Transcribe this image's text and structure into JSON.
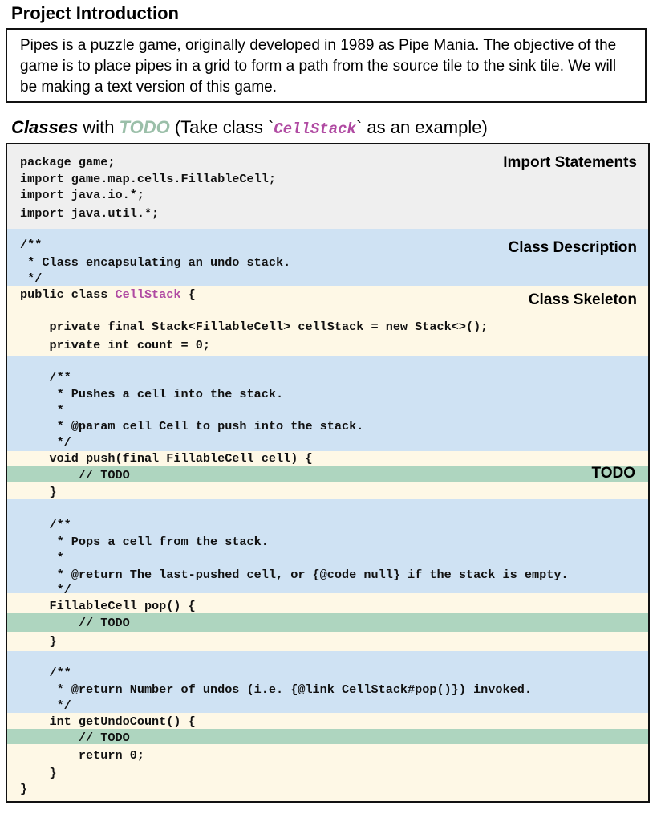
{
  "project": {
    "heading": "Project Introduction",
    "body": "Pipes is a puzzle game, originally developed in 1989 as Pipe Mania. The objective of the game is to place pipes in a grid to form a path from the source tile to the sink tile. We will be making a text version of this game."
  },
  "classes_heading": {
    "classes": "Classes",
    "with": " with ",
    "todo": "TODO",
    "take_prefix": "  (Take class `",
    "class_name": "CellStack",
    "take_suffix": "` as an example)"
  },
  "section_labels": {
    "imports": "Import Statements",
    "description": "Class Description",
    "skeleton": "Class Skeleton",
    "todo": "TODO"
  },
  "code": {
    "l01": "package game;",
    "l02": "import game.map.cells.FillableCell;",
    "l03": "import java.io.*;",
    "l04": "import java.util.*;",
    "l05": "/**",
    "l06": " * Class encapsulating an undo stack.",
    "l07": " */",
    "l08a": "public class ",
    "l08b": "CellStack",
    "l08c": " {",
    "l09": "    private final Stack<FillableCell> cellStack = new Stack<>();",
    "l10": "    private int count = 0;",
    "l11": "    /**",
    "l12": "     * Pushes a cell into the stack.",
    "l13": "     *",
    "l14": "     * @param cell Cell to push into the stack.",
    "l15": "     */",
    "l16": "    void push(final FillableCell cell) {",
    "l17": "        // TODO",
    "l18": "    }",
    "l19": "    /**",
    "l20": "     * Pops a cell from the stack.",
    "l21": "     *",
    "l22": "     * @return The last-pushed cell, or {@code null} if the stack is empty.",
    "l23": "     */",
    "l24": "    FillableCell pop() {",
    "l25": "        // TODO",
    "l26": "    }",
    "l27": "    /**",
    "l28": "     * @return Number of undos (i.e. {@link CellStack#pop()}) invoked.",
    "l29": "     */",
    "l30": "    int getUndoCount() {",
    "l31": "        // TODO",
    "l32": "        return 0;",
    "l33": "    }",
    "l34": "}"
  }
}
